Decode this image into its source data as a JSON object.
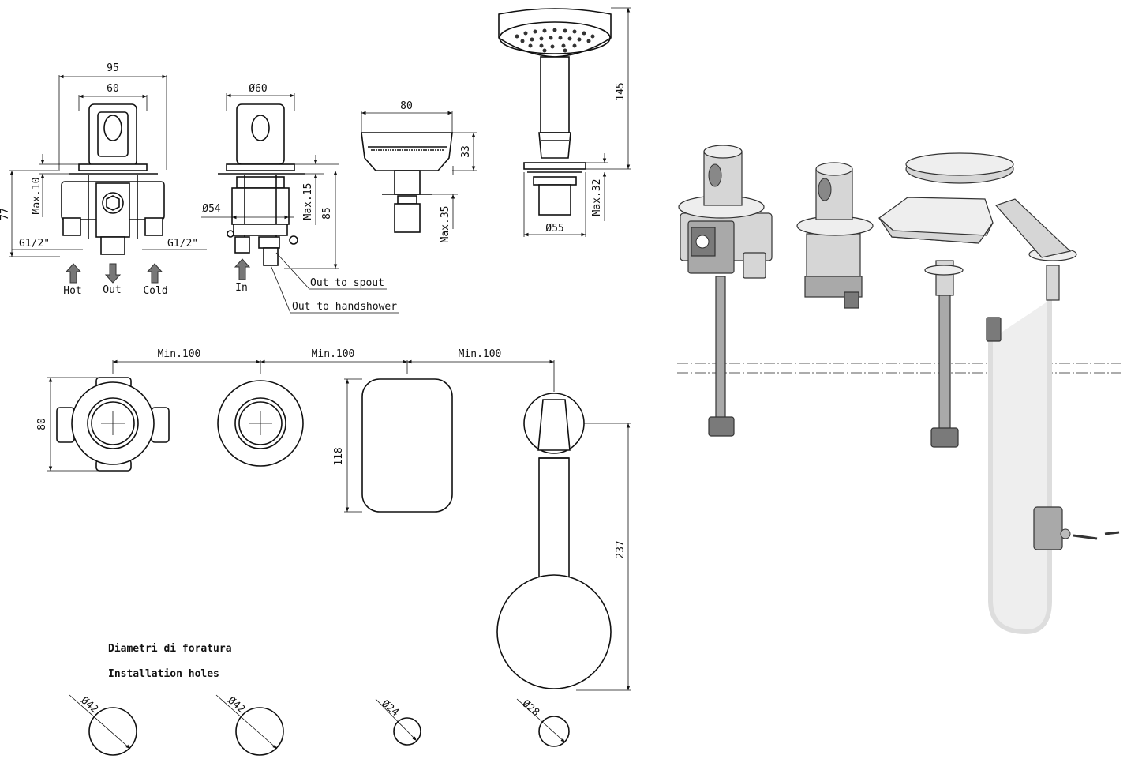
{
  "front_view": {
    "width_outer": "95",
    "width_inner": "60",
    "height_total": "77",
    "max_top": "Max.10",
    "thread_left": "G1/2\"",
    "thread_right": "G1/2\"",
    "hot": "Hot",
    "out": "Out",
    "cold": "Cold"
  },
  "side_view": {
    "diameter_top": "Ø60",
    "diameter_body": "Ø54",
    "max_depth": "Max.15",
    "height": "85",
    "inlet": "In",
    "out_spout": "Out to spout",
    "out_handshower": "Out to handshower"
  },
  "spout_view": {
    "width": "80",
    "height": "33",
    "max_depth": "Max.35"
  },
  "handshower_view": {
    "height": "145",
    "max_depth": "Max.32",
    "diameter": "Ø55"
  },
  "top_layout": {
    "spacing_1": "Min.100",
    "spacing_2": "Min.100",
    "spacing_3": "Min.100",
    "plate_diameter": "80",
    "spout_height": "118",
    "handshower_length": "237"
  },
  "holes": {
    "title_it": "Diametri di foratura",
    "title_en": "Installation holes",
    "hole_1": "Ø42",
    "hole_2": "Ø42",
    "hole_3": "Ø24",
    "hole_4": "Ø28"
  },
  "colors": {
    "line": "#111111",
    "shade_light": "#d6d6d6",
    "shade_mid": "#a9a9a9",
    "shade_dark": "#7a7a7a"
  }
}
